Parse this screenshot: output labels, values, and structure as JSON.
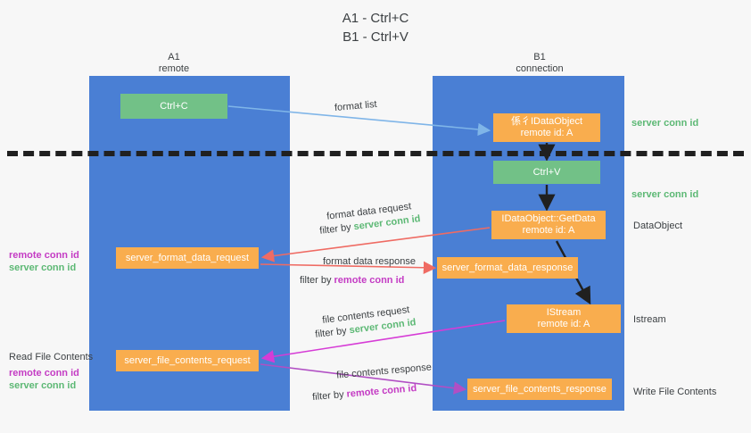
{
  "title": "A1 - Ctrl+C\nB1 - Ctrl+V",
  "lanes": [
    {
      "name": "A1",
      "sub": "remote",
      "label": "A1\nremote"
    },
    {
      "name": "B1",
      "sub": "connection",
      "label": "B1\nconnection"
    }
  ],
  "boxes": {
    "ctrl_c": "Ctrl+C",
    "ctrl_v": "Ctrl+V",
    "idataobject": "係彳IDataObject\nremote id: A",
    "getdata": "IDataObject::GetData\nremote id: A",
    "istream": "IStream\nremote id: A",
    "format_data_request": "server_format_data_request",
    "format_data_response": "server_format_data_response",
    "file_contents_request": "server_file_contents_request",
    "file_contents_response": "server_file_contents_response"
  },
  "captions": {
    "format_list": "format list",
    "format_data_request": "format data request",
    "format_data_request_filter_prefix": "filter by ",
    "format_data_request_filter_value": "server conn id",
    "format_data_response": "format data response",
    "format_data_response_filter_prefix": "filter by ",
    "format_data_response_filter_value": "remote conn id",
    "file_contents_request": "file contents request",
    "file_contents_request_filter_prefix": "filter by ",
    "file_contents_request_filter_value": "server conn id",
    "file_contents_response": "file contents response",
    "file_contents_response_filter_prefix": "filter by ",
    "file_contents_response_filter_value": "remote conn id"
  },
  "side_labels": {
    "server_conn_id_top": "server conn id",
    "server_conn_id_mid": "server conn id",
    "dataobject": "DataObject",
    "istream": "Istream",
    "write_file_contents": "Write File Contents",
    "read_file_contents": "Read File Contents",
    "remote_conn_id": "remote conn id",
    "server_conn_id": "server conn id"
  },
  "colors": {
    "lane": "#4a7fd4",
    "green_box": "#72c187",
    "orange_box": "#f9ad4e",
    "green_text": "#5cb874",
    "magenta_text": "#c43cc4",
    "blue_arrow": "#7fb5e8",
    "red_arrow": "#ef6b63",
    "purple_arrow": "#b14fc4",
    "magenta_arrow": "#d63cd6",
    "dark_arrow": "#202020",
    "background": "#f7f7f7"
  }
}
